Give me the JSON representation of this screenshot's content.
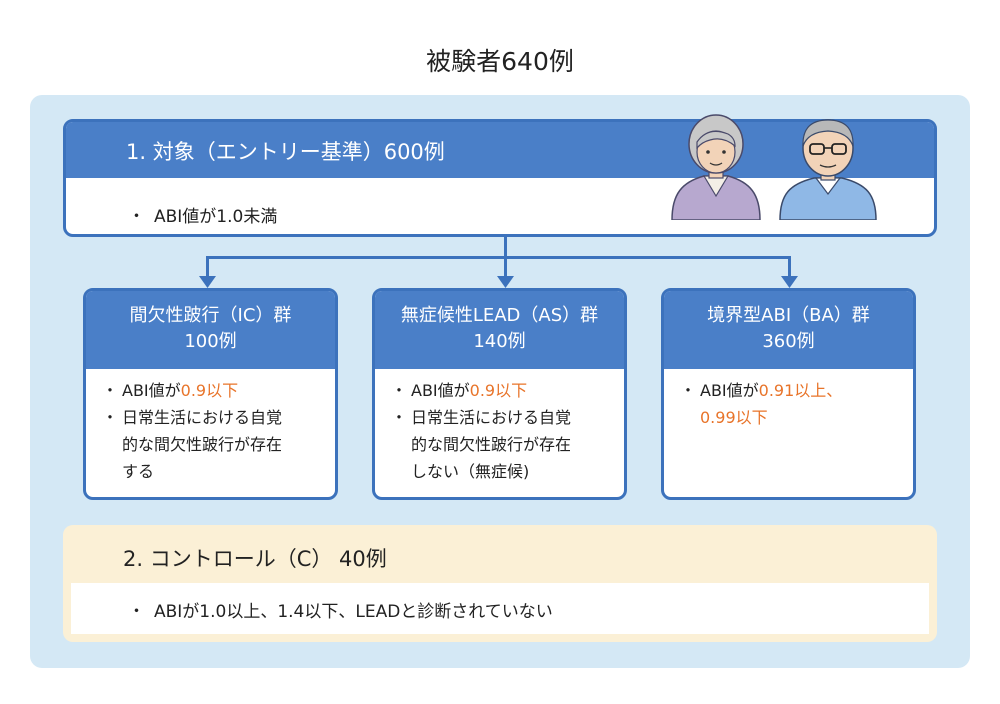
{
  "title": "被験者640例",
  "entry": {
    "title": "1. 対象（エントリー基準）600例",
    "bullet": "ABI値が1.0未満",
    "bullet_mark": "・"
  },
  "groups": [
    {
      "title_line1": "間欠性跛行（IC）群",
      "title_line2": "100例",
      "b1_prefix": "ABI値が",
      "b1_highlight": "0.9以下",
      "b2_lines": [
        "日常生活における自覚",
        "的な間欠性跛行が存在",
        "する"
      ]
    },
    {
      "title_line1": "無症候性LEAD（AS）群",
      "title_line2": "140例",
      "b1_prefix": "ABI値が",
      "b1_highlight": "0.9以下",
      "b2_lines": [
        "日常生活における自覚",
        "的な間欠性跛行が存在",
        "しない（無症候)"
      ]
    },
    {
      "title_line1": "境界型ABI（BA）群",
      "title_line2": "360例",
      "b1_prefix": "ABI値が",
      "b1_highlight": "0.91以上、",
      "b1_highlight_line2": "0.99以下"
    }
  ],
  "control": {
    "title": "2. コントロール（C） 40例",
    "bullet": "ABIが1.0以上、1.4以下、LEADと診断されていない"
  },
  "colors": {
    "header_blue": "#4a7fc8",
    "border_blue": "#3c72bc",
    "background_blue": "#d4e8f5",
    "control_beige": "#fbf0d6",
    "highlight_orange": "#e8742a"
  },
  "icons": [
    "elderly-woman-icon",
    "elderly-man-icon"
  ]
}
